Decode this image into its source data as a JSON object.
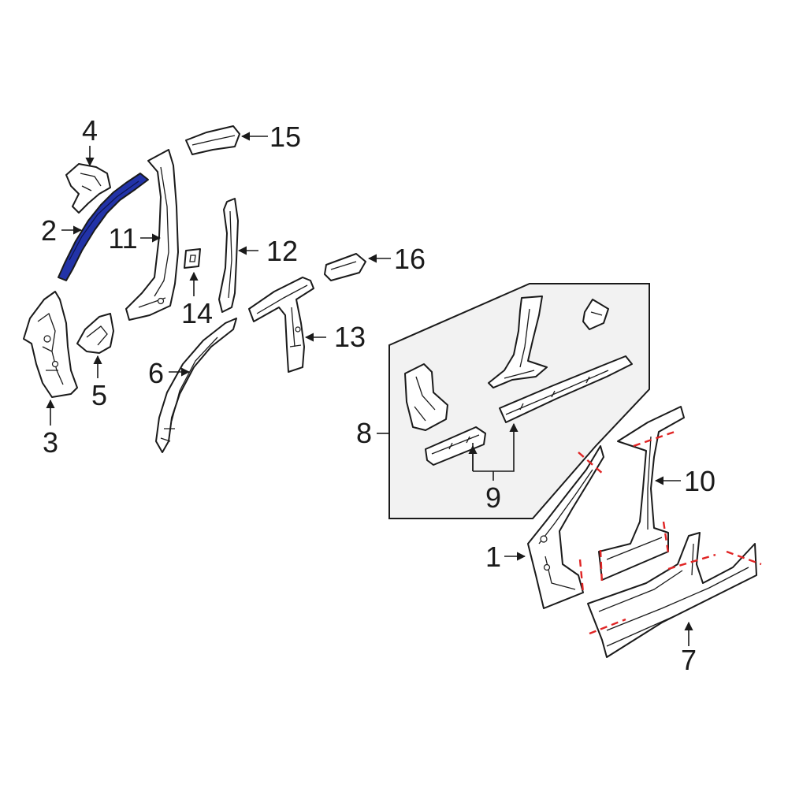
{
  "colors": {
    "highlight": "#2233a8",
    "cut_line": "#e02424",
    "kit_background": "#f2f2f2",
    "line": "#1a1a1a"
  },
  "callouts": {
    "c1": "1",
    "c2": "2",
    "c3": "3",
    "c4": "4",
    "c5": "5",
    "c6": "6",
    "c7": "7",
    "c8": "8",
    "c9": "9",
    "c10": "10",
    "c11": "11",
    "c12": "12",
    "c13": "13",
    "c14": "14",
    "c15": "15",
    "c16": "16"
  },
  "highlighted_part": "2"
}
